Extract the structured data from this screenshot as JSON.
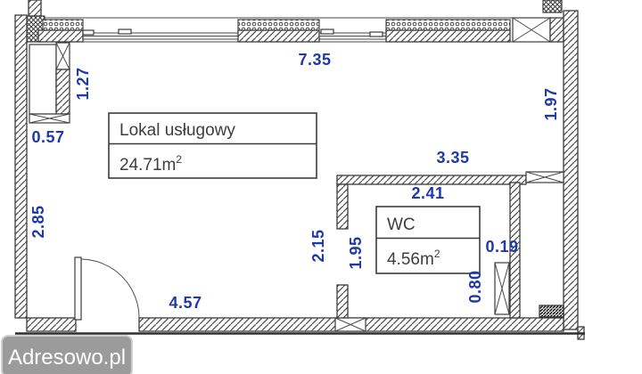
{
  "rooms": [
    {
      "name": "Lokal usługowy",
      "area": "24.71m",
      "area_sup": "2"
    },
    {
      "name": "WC",
      "area": "4.56m",
      "area_sup": "2"
    }
  ],
  "dimensions": {
    "top_width": "7.35",
    "niche_height": "1.27",
    "niche_width": "0.57",
    "right_side_upper": "1.97",
    "left_side_lower": "2.85",
    "wc_outer_width": "3.35",
    "wc_inner_width": "2.41",
    "partition_height": "2.15",
    "wc_inner_height": "1.95",
    "shaft_width": "0.19",
    "shaft_height": "0.80",
    "bottom_inner_width": "4.57"
  },
  "watermark": {
    "text": "Adresowo.pl"
  },
  "colors": {
    "dimension_text": "#1e3aa8",
    "drawing_line": "#3c3c3c",
    "watermark_bg": "#9b9b9b",
    "watermark_text": "#ffffff"
  }
}
